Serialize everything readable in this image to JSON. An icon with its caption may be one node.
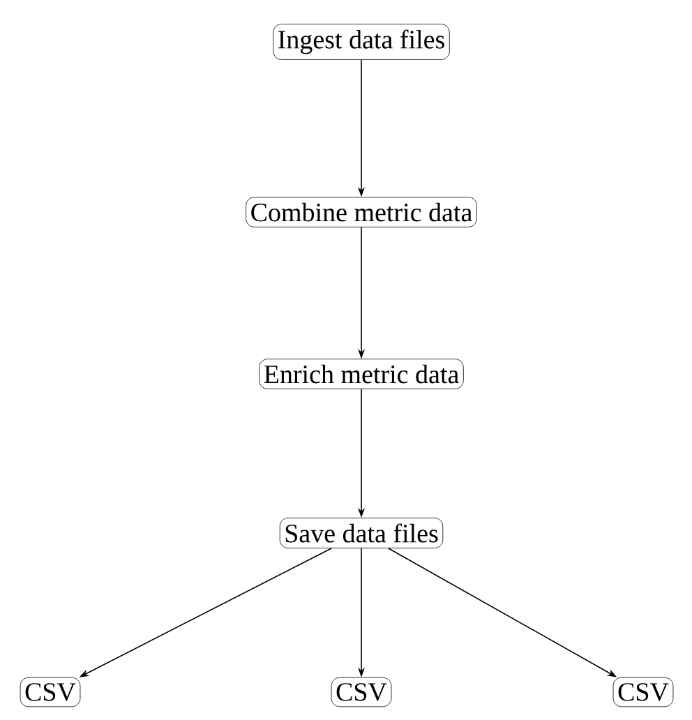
{
  "diagram": {
    "nodes": [
      {
        "text": [
          "Ingest data files"
        ]
      },
      {
        "text": [
          "Combine metric data"
        ]
      },
      {
        "text": [
          "Enrich metric data"
        ]
      },
      {
        "text": [
          "Save data files"
        ]
      },
      {
        "text": [
          "CSV"
        ]
      },
      {
        "text": [
          "CSV"
        ]
      },
      {
        "text": [
          "CSV"
        ]
      }
    ],
    "edges": [
      {
        "from": 0,
        "to": 1,
        "arrow": "to"
      },
      {
        "from": 1,
        "to": 2,
        "arrow": "to"
      },
      {
        "from": 2,
        "to": 3,
        "arrow": "to"
      },
      {
        "from": 3,
        "to": 4,
        "arrow": "to"
      },
      {
        "from": 3,
        "to": 5,
        "arrow": "to"
      },
      {
        "from": 3,
        "to": 6,
        "arrow": "to"
      }
    ]
  }
}
